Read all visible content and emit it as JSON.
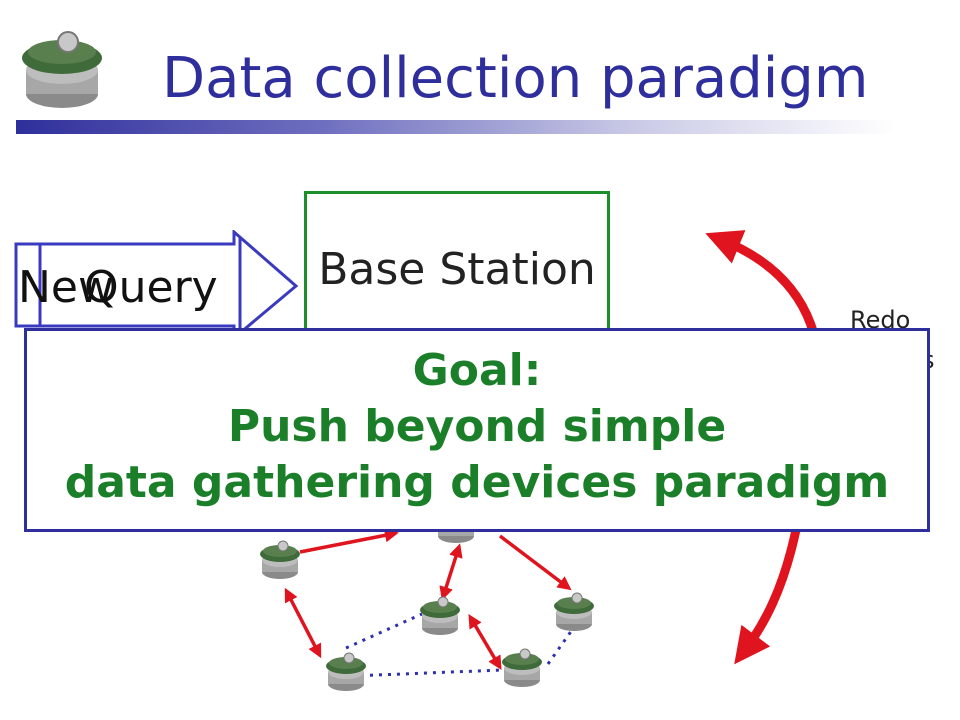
{
  "slide": {
    "title": "Data collection paradigm",
    "base_station": "Base Station",
    "query_new": "New",
    "query_word": "Query",
    "redo": "Redo",
    "redo_suffix": "s",
    "goal": {
      "line1": "Goal:",
      "line2": "Push beyond simple",
      "line3": "data gathering devices paradigm"
    }
  },
  "colors": {
    "title": "#2e2e9c",
    "base_station_border": "#1b8f2a",
    "goal_text": "#1b7f2a",
    "goal_border": "#2e2e9c",
    "link_arrow": "#e0141e",
    "dotted_link": "#2e2eb0",
    "query_arrow": "#3a3ac0"
  }
}
